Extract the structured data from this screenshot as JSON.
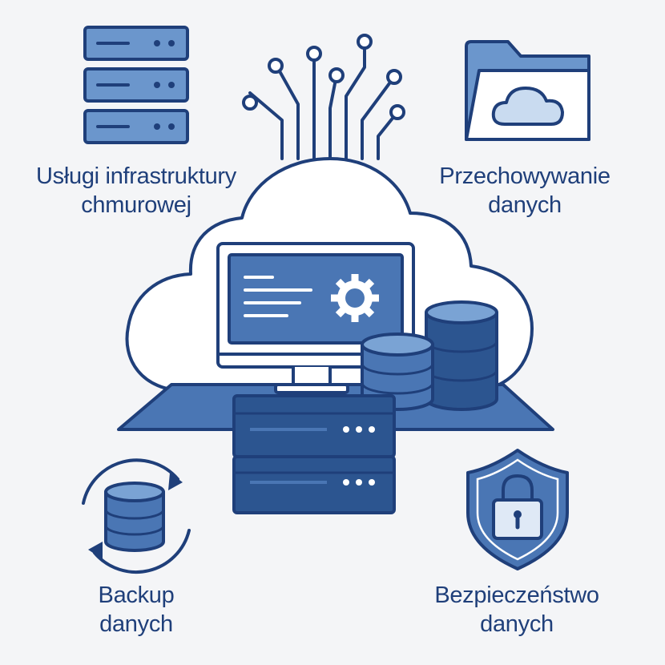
{
  "labels": {
    "cloud_infrastructure": {
      "line1": "Usługi infrastruktury",
      "line2": "chmurowej"
    },
    "data_storage": {
      "line1": "Przechowywanie",
      "line2": "danych"
    },
    "data_backup": {
      "line1": "Backup",
      "line2": "danych"
    },
    "data_security": {
      "line1": "Bezpieczeństwo",
      "line2": "danych"
    }
  },
  "colors": {
    "outline": "#1f3f7a",
    "primary_blue": "#4a76b4",
    "light_blue": "#7aa3d4",
    "dark_blue": "#2c5590",
    "pale_blue": "#e4edf8",
    "background": "#f4f5f7"
  },
  "icons": [
    "server-rack-icon",
    "folder-cloud-icon",
    "circuit-lines-icon",
    "cloud-icon",
    "monitor-gear-icon",
    "database-stack-icon",
    "server-icon",
    "backup-cycle-icon",
    "shield-lock-icon"
  ]
}
